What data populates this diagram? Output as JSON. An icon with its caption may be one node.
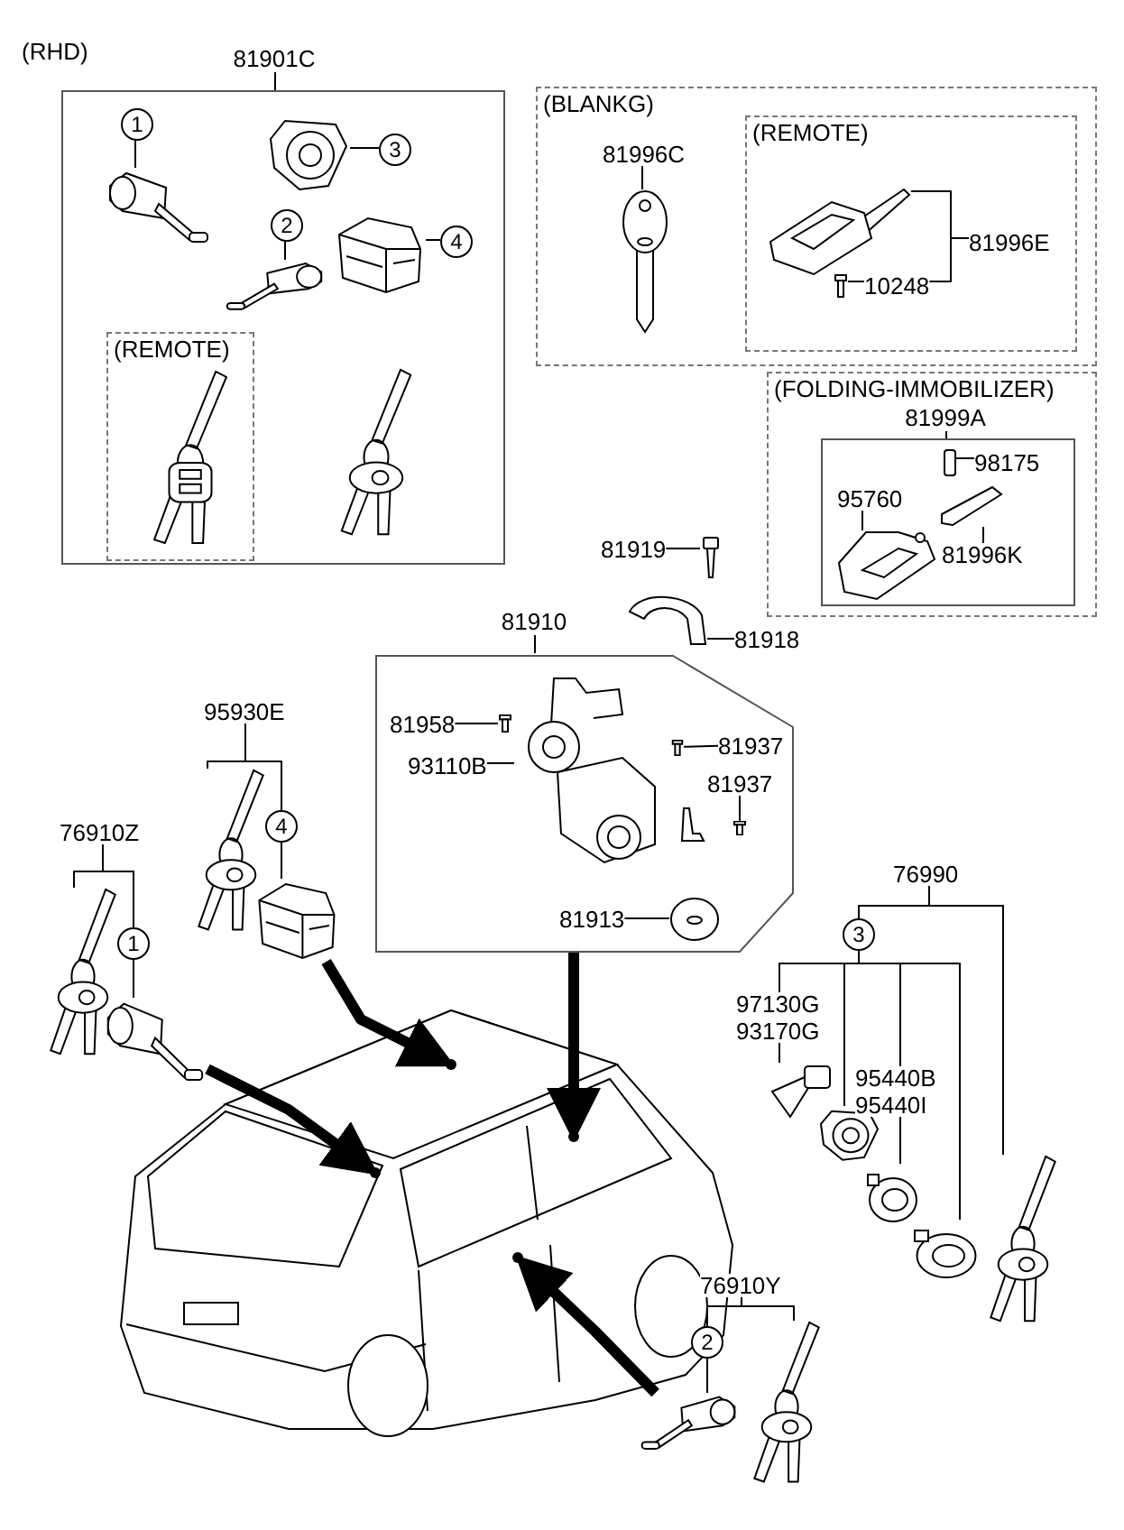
{
  "diagram": {
    "nodes": [
      {
        "text": [
          "81901C"
        ]
      },
      {
        "text": [
          "(REMOTE)"
        ],
        "in": 0
      },
      {
        "text": [
          "1"
        ],
        "in": 0
      },
      {
        "text": [],
        "shape": "picture",
        "in": 0
      },
      {
        "text": [
          "3"
        ],
        "in": 0
      },
      {
        "text": [],
        "shape": "picture",
        "in": 0
      },
      {
        "text": [
          "2"
        ],
        "in": 0
      },
      {
        "text": [],
        "shape": "picture",
        "in": 0
      },
      {
        "text": [
          "4"
        ],
        "in": 0
      },
      {
        "text": [],
        "shape": "picture",
        "in": 0
      },
      {
        "text": [
          "(BLANKG)"
        ]
      },
      {
        "text": [
          "81996C"
        ],
        "in": 10
      },
      {
        "text": [],
        "shape": "picture",
        "in": 10
      },
      {
        "text": [
          "(REMOTE)"
        ],
        "in": 10
      },
      {
        "text": [],
        "shape": "picture",
        "in": 13
      },
      {
        "text": [
          "81996E"
        ],
        "in": 13
      },
      {
        "text": [
          "10248"
        ],
        "in": 13
      },
      {
        "text": [],
        "shape": "picture",
        "in": 13
      },
      {
        "text": [
          "(FOLDING-IMMOBILIZER)"
        ]
      },
      {
        "text": [
          "81999A"
        ],
        "in": 18
      },
      {
        "text": [
          "98175"
        ],
        "in": 19
      },
      {
        "text": [],
        "shape": "box",
        "in": 19
      },
      {
        "text": [
          "95760"
        ],
        "in": 19
      },
      {
        "text": [],
        "shape": "picture",
        "in": 19
      },
      {
        "text": [],
        "shape": "picture",
        "in": 19
      },
      {
        "text": [
          "81996K"
        ],
        "in": 19
      },
      {
        "text": [
          "81919"
        ]
      },
      {
        "text": [],
        "shape": "picture"
      },
      {
        "text": [
          "81918"
        ]
      },
      {
        "text": [],
        "shape": "picture"
      },
      {
        "text": [
          "81910"
        ]
      },
      {
        "text": [
          "81958"
        ],
        "in": 30
      },
      {
        "text": [],
        "shape": "picture",
        "in": 30
      },
      {
        "text": [
          "93110B"
        ],
        "in": 30
      },
      {
        "text": [],
        "shape": "picture",
        "in": 30
      },
      {
        "text": [
          "81937"
        ],
        "in": 30
      },
      {
        "text": [],
        "shape": "picture",
        "in": 30
      },
      {
        "text": [
          "81937"
        ],
        "in": 30
      },
      {
        "text": [],
        "shape": "picture",
        "in": 30
      },
      {
        "text": [
          "81913"
        ],
        "in": 30
      },
      {
        "text": [],
        "shape": "picture",
        "in": 30
      },
      {
        "text": [
          "95930E"
        ]
      },
      {
        "text": [],
        "shape": "picture"
      },
      {
        "text": [
          "4"
        ]
      },
      {
        "text": [],
        "shape": "picture"
      },
      {
        "text": [
          "76910Z"
        ]
      },
      {
        "text": [],
        "shape": "picture"
      },
      {
        "text": [
          "1"
        ]
      },
      {
        "text": [],
        "shape": "picture"
      },
      {
        "text": [
          "76990"
        ]
      },
      {
        "text": [
          "3"
        ]
      },
      {
        "text": [
          "97130G",
          "93170G"
        ]
      },
      {
        "text": [],
        "shape": "picture"
      },
      {
        "text": [],
        "shape": "picture"
      },
      {
        "text": [
          "95440B",
          "95440I"
        ]
      },
      {
        "text": [],
        "shape": "picture"
      },
      {
        "text": [],
        "shape": "picture"
      },
      {
        "text": [],
        "shape": "picture"
      },
      {
        "text": [
          "76910Y"
        ]
      },
      {
        "text": [
          "2"
        ]
      },
      {
        "text": [],
        "shape": "picture"
      },
      {
        "text": [],
        "shape": "picture"
      },
      {
        "text": [],
        "shape": "circle"
      },
      {
        "text": [],
        "shape": "circle"
      },
      {
        "text": [],
        "shape": "circle"
      },
      {
        "text": [],
        "shape": "circle"
      }
    ],
    "edges": [
      {
        "from": 2,
        "to": 3,
        "arrow": "none"
      },
      {
        "from": 4,
        "to": 5,
        "arrow": "none"
      },
      {
        "from": 6,
        "to": 7,
        "arrow": "none"
      },
      {
        "from": 8,
        "to": 9,
        "arrow": "none"
      },
      {
        "from": 11,
        "to": 12,
        "arrow": "none"
      },
      {
        "from": 15,
        "to": 14,
        "arrow": "none"
      },
      {
        "from": 15,
        "to": 16,
        "arrow": "none"
      },
      {
        "from": 16,
        "to": 17,
        "arrow": "none"
      },
      {
        "from": 20,
        "to": 21,
        "arrow": "none"
      },
      {
        "from": 22,
        "to": 23,
        "arrow": "none"
      },
      {
        "from": 25,
        "to": 24,
        "arrow": "none"
      },
      {
        "from": 26,
        "to": 27,
        "arrow": "none"
      },
      {
        "from": 28,
        "to": 29,
        "arrow": "none"
      },
      {
        "from": 31,
        "to": 32,
        "arrow": "none"
      },
      {
        "from": 33,
        "to": 34,
        "arrow": "none"
      },
      {
        "from": 35,
        "to": 36,
        "arrow": "none"
      },
      {
        "from": 37,
        "to": 38,
        "arrow": "none"
      },
      {
        "from": 39,
        "to": 40,
        "arrow": "none"
      },
      {
        "from": 41,
        "to": 42,
        "arrow": "none"
      },
      {
        "from": 41,
        "to": 43,
        "arrow": "none"
      },
      {
        "from": 43,
        "to": 44,
        "arrow": "none"
      },
      {
        "from": 45,
        "to": 46,
        "arrow": "none"
      },
      {
        "from": 45,
        "to": 47,
        "arrow": "none"
      },
      {
        "from": 47,
        "to": 48,
        "arrow": "none"
      },
      {
        "from": 49,
        "to": 50,
        "arrow": "none"
      },
      {
        "from": 49,
        "to": 57,
        "arrow": "none"
      },
      {
        "from": 50,
        "to": 51,
        "arrow": "none"
      },
      {
        "from": 51,
        "to": 52,
        "arrow": "none"
      },
      {
        "from": 50,
        "to": 53,
        "arrow": "none"
      },
      {
        "from": 50,
        "to": 54,
        "arrow": "none"
      },
      {
        "from": 54,
        "to": 55,
        "arrow": "none"
      },
      {
        "from": 50,
        "to": 56,
        "arrow": "none"
      },
      {
        "from": 58,
        "to": 59,
        "arrow": "none"
      },
      {
        "from": 58,
        "to": 61,
        "arrow": "none"
      },
      {
        "from": 59,
        "to": 60,
        "arrow": "none"
      },
      {
        "from": 44,
        "to": 62,
        "arrow": "to",
        "style": "thick"
      },
      {
        "from": 30,
        "to": 63,
        "arrow": "to",
        "style": "thick"
      },
      {
        "from": 48,
        "to": 64,
        "arrow": "to",
        "style": "thick"
      },
      {
        "from": 60,
        "to": 65,
        "arrow": "to",
        "style": "thick"
      }
    ],
    "labels": [
      "(RHD)"
    ]
  }
}
